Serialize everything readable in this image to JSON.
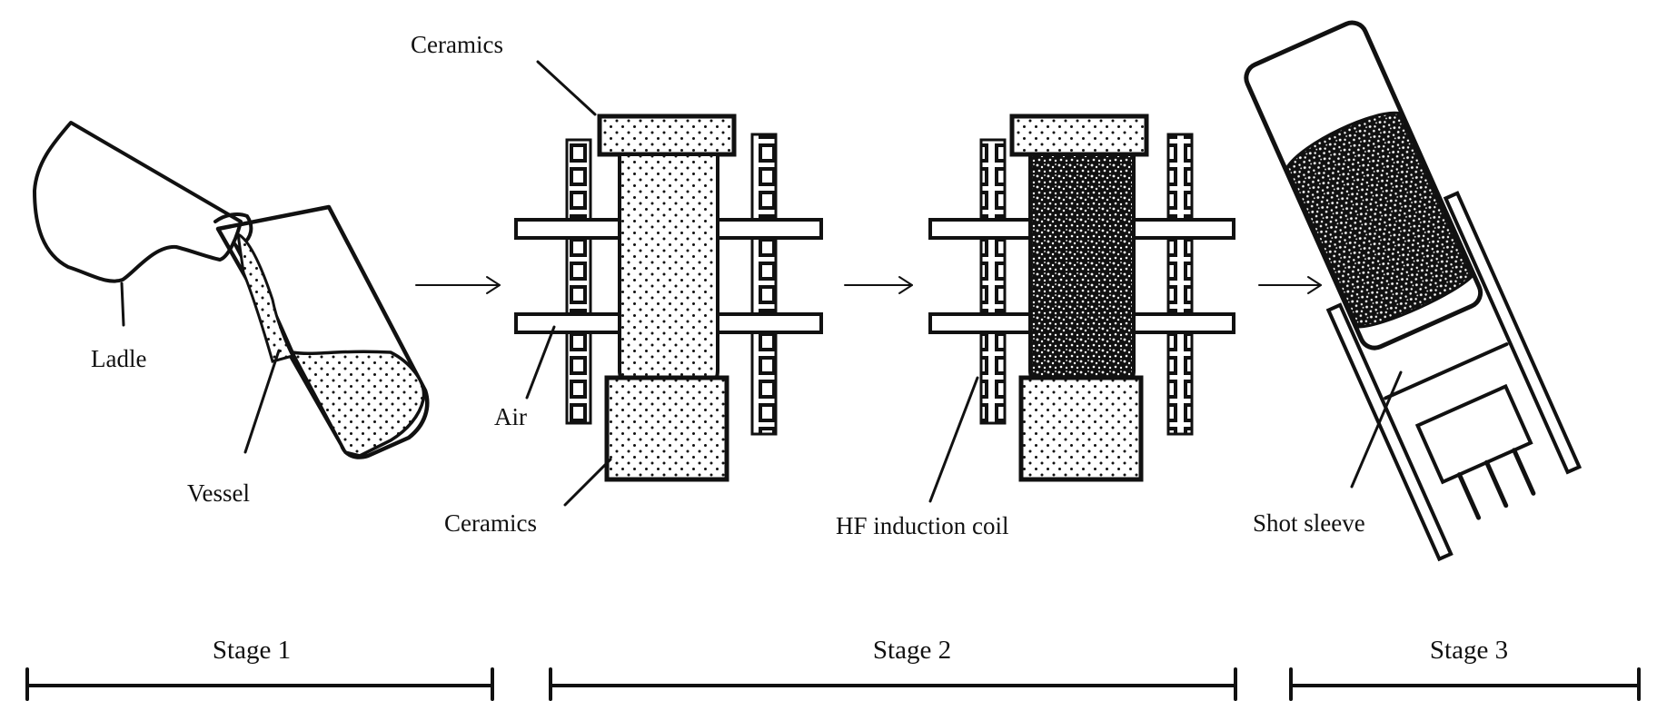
{
  "labels": {
    "ladle": "Ladle",
    "vessel": "Vessel",
    "ceramics_top": "Ceramics",
    "air": "Air",
    "ceramics_bottom": "Ceramics",
    "hf_coil": "HF induction coil",
    "shot_sleeve": "Shot sleeve"
  },
  "stages": [
    "Stage 1",
    "Stage 2",
    "Stage 3"
  ],
  "colors": {
    "ink": "#111111",
    "background": "#ffffff"
  }
}
